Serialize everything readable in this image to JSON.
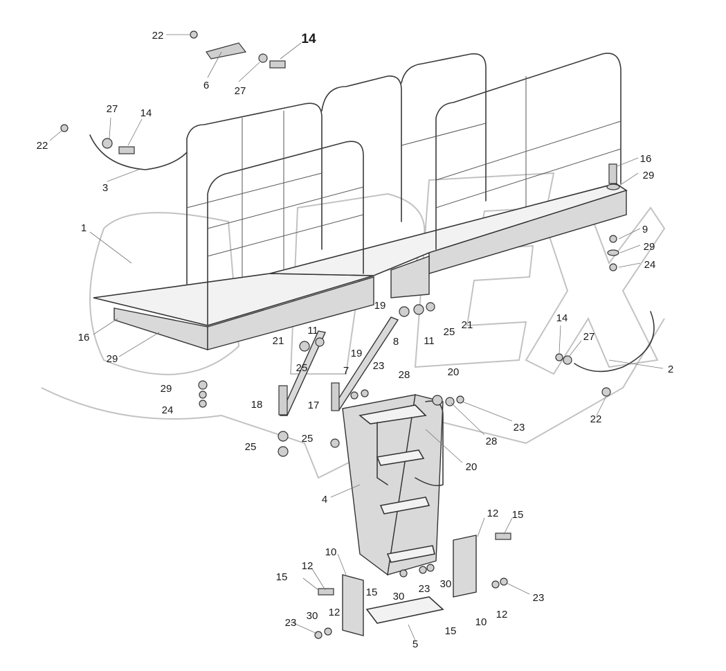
{
  "labels": [
    {
      "id": "22a",
      "text": "22"
    },
    {
      "id": "14a",
      "text": "14"
    },
    {
      "id": "6",
      "text": "6"
    },
    {
      "id": "27a",
      "text": "27"
    },
    {
      "id": "27b",
      "text": "27"
    },
    {
      "id": "14b",
      "text": "14"
    },
    {
      "id": "22b",
      "text": "22"
    },
    {
      "id": "3",
      "text": "3"
    },
    {
      "id": "16a",
      "text": "16"
    },
    {
      "id": "29a",
      "text": "29"
    },
    {
      "id": "1",
      "text": "1"
    },
    {
      "id": "9",
      "text": "9"
    },
    {
      "id": "29b",
      "text": "29"
    },
    {
      "id": "24a",
      "text": "24"
    },
    {
      "id": "19a",
      "text": "19"
    },
    {
      "id": "11a",
      "text": "11"
    },
    {
      "id": "21a",
      "text": "21"
    },
    {
      "id": "25a",
      "text": "25"
    },
    {
      "id": "8",
      "text": "8"
    },
    {
      "id": "11b",
      "text": "11"
    },
    {
      "id": "16b",
      "text": "16"
    },
    {
      "id": "29c",
      "text": "29"
    },
    {
      "id": "21b",
      "text": "21"
    },
    {
      "id": "19b",
      "text": "19"
    },
    {
      "id": "25b",
      "text": "25"
    },
    {
      "id": "23a",
      "text": "23"
    },
    {
      "id": "14c",
      "text": "14"
    },
    {
      "id": "27c",
      "text": "27"
    },
    {
      "id": "2",
      "text": "2"
    },
    {
      "id": "7",
      "text": "7"
    },
    {
      "id": "28a",
      "text": "28"
    },
    {
      "id": "20a",
      "text": "20"
    },
    {
      "id": "29d",
      "text": "29"
    },
    {
      "id": "18",
      "text": "18"
    },
    {
      "id": "17",
      "text": "17"
    },
    {
      "id": "24b",
      "text": "24"
    },
    {
      "id": "22c",
      "text": "22"
    },
    {
      "id": "23b",
      "text": "23"
    },
    {
      "id": "28b",
      "text": "28"
    },
    {
      "id": "25c",
      "text": "25"
    },
    {
      "id": "25d",
      "text": "25"
    },
    {
      "id": "20b",
      "text": "20"
    },
    {
      "id": "4",
      "text": "4"
    },
    {
      "id": "12a",
      "text": "12"
    },
    {
      "id": "15a",
      "text": "15"
    },
    {
      "id": "10a",
      "text": "10"
    },
    {
      "id": "12b",
      "text": "12"
    },
    {
      "id": "15b",
      "text": "15"
    },
    {
      "id": "15c",
      "text": "15"
    },
    {
      "id": "30a",
      "text": "30"
    },
    {
      "id": "23c",
      "text": "23"
    },
    {
      "id": "30b",
      "text": "30"
    },
    {
      "id": "23d",
      "text": "23"
    },
    {
      "id": "12c",
      "text": "12"
    },
    {
      "id": "30c",
      "text": "30"
    },
    {
      "id": "12d",
      "text": "12"
    },
    {
      "id": "10b",
      "text": "10"
    },
    {
      "id": "23e",
      "text": "23"
    },
    {
      "id": "15d",
      "text": "15"
    },
    {
      "id": "5",
      "text": "5"
    }
  ],
  "watermark_text": "OPEX"
}
